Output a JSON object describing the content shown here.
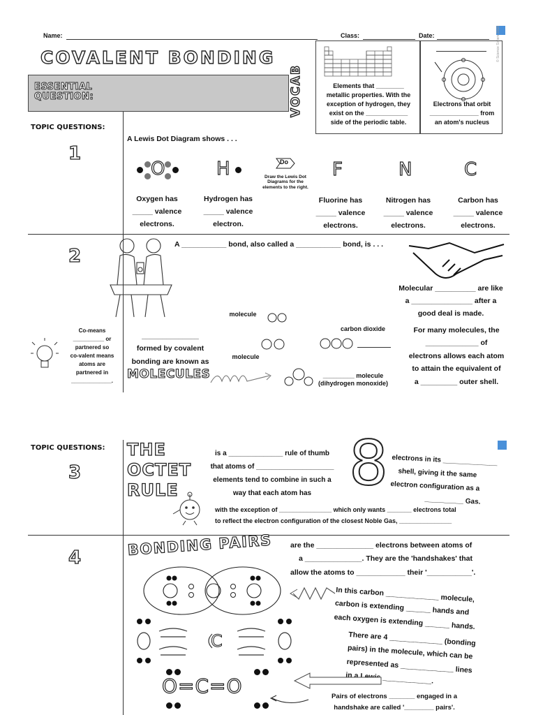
{
  "header": {
    "name_label": "Name:",
    "class_label": "Class:",
    "date_label": "Date:",
    "title": "COVALENT BONDING",
    "essential_question": "ESSENTIAL QUESTION:",
    "vocab": "VOCAB",
    "vocab1": [
      "Elements that ________",
      "metallic properties. With the",
      "exception of hydrogen, they",
      "exist on the ____________",
      "side of the periodic table."
    ],
    "vocab2": [
      "Electrons that orbit",
      "______________ from",
      "an atom's nucleus"
    ],
    "copyright": "© Science Sisters 2018"
  },
  "topic_questions_label": "TOPIC QUESTIONS:",
  "q1": {
    "number": "1",
    "prompt": "A Lewis Dot Diagram shows . . .",
    "do_label": "Do",
    "do_text": "Draw the Lewis Dot Diagrams for the elements to the right.",
    "elements": [
      {
        "symbol": "O",
        "l1": "Oxygen has",
        "l2": "_____ valence",
        "l3": "electrons."
      },
      {
        "symbol": "H",
        "l1": "Hydrogen has",
        "l2": "_____ valence",
        "l3": "electron."
      },
      {
        "symbol": "F",
        "l1": "Fluorine has",
        "l2": "_____ valence",
        "l3": "electrons."
      },
      {
        "symbol": "N",
        "l1": "Nitrogen has",
        "l2": "_____ valence",
        "l3": "electrons."
      },
      {
        "symbol": "C",
        "l1": "Carbon has",
        "l2": "_____ valence",
        "l3": "electrons."
      }
    ]
  },
  "q2": {
    "number": "2",
    "line1": "A ___________ bond, also called a ___________ bond, is . . .",
    "molecular": [
      "Molecular __________ are like",
      "a _______________ after a",
      "good deal is made."
    ],
    "comeans": [
      "Co-means",
      "__________ or",
      "partnered so",
      "co-valent means",
      "atoms are",
      "partnered in",
      "_____________."
    ],
    "formed": [
      "______________",
      "formed by covalent",
      "bonding are known as"
    ],
    "molecules_word": "MOLECULES",
    "mol1": "molecule",
    "mol2": "molecule",
    "co2_label": "carbon dioxide",
    "water": "_________ molecule",
    "water2": "(dihydrogen monoxide)",
    "many": [
      "For many molecules, the",
      "_____________ of",
      "electrons allows each atom",
      "to attain the equivalent of",
      "a _________ outer shell."
    ]
  },
  "q3": {
    "number": "3",
    "title": "THE OCTET RULE",
    "l1": "is a ______________ rule of thumb",
    "l2": "that atoms of ____________________",
    "l3": "elements tend to combine in such a",
    "l4": "way that each atom has",
    "eight": "8",
    "r1": "electrons in its ______________",
    "r2": "shell, giving it the same",
    "r3": "electron configuration as a",
    "r4": "__________ Gas.",
    "ex1": "with the exception of _______________ which only wants _______ electrons total",
    "ex2": "to reflect the electron configuration of the closest Noble Gas, _______________"
  },
  "q4": {
    "number": "4",
    "title": "BONDING PAIRS",
    "l1": "are the ______________ electrons between atoms of",
    "l2": "a ______________. They are the 'handshakes' that",
    "l3": "allow the atoms to ____________ their '___________'.",
    "c1": "In this carbon _____________ molecule,",
    "c2": "carbon is extending ______ hands and",
    "c3": "each oxygen is extending ______ hands.",
    "p1": "There are 4 _____________ (bonding",
    "p2": "pairs) in the molecule, which can be",
    "p3": "represented as _____________ lines",
    "p4": "in a Lewis ____________.",
    "pairs1": "Pairs of electrons _______ engaged in a",
    "pairs2": "handshake are called '________ pairs'.",
    "formula": "O=C=O"
  }
}
